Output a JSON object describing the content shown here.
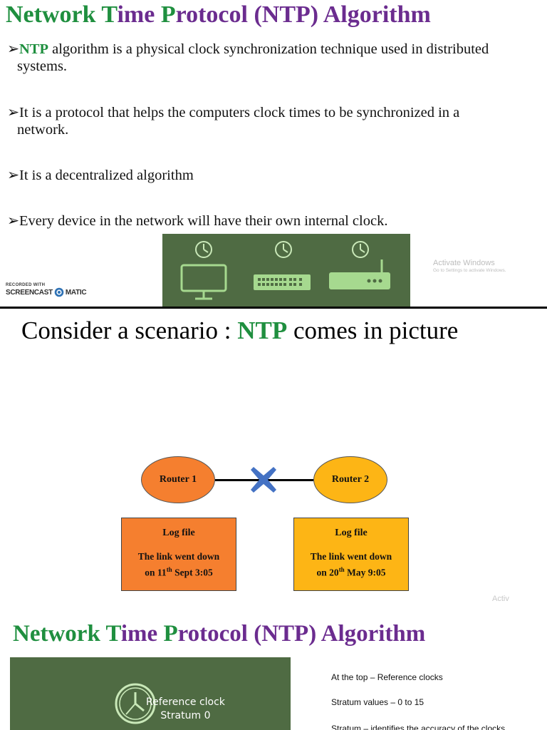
{
  "slide1": {
    "title": {
      "part1": "Network ",
      "part2": "T",
      "part3": "ime ",
      "part4": "P",
      "part5": "rotocol (NTP) Algorithm"
    },
    "bullets": [
      {
        "arrow": "➢",
        "bold": "NTP",
        "text": " algorithm is a physical clock synchronization technique used in distributed",
        "continuation": "systems."
      },
      {
        "arrow": "➢",
        "text": "It is a protocol that helps the computers clock times to be synchronized in a",
        "continuation": "network."
      },
      {
        "arrow": "➢",
        "text": "It is a decentralized algorithm"
      },
      {
        "arrow": "➢",
        "text": "Every device in the network will have their own internal clock."
      }
    ],
    "devices": [
      "clock-monitor",
      "clock-switch",
      "clock-router"
    ],
    "watermark": {
      "line1": "Activate Windows",
      "line2": "Go to Settings to activate Windows."
    },
    "recorder": {
      "recorded_with": "RECORDED WITH",
      "brand_left": "SCREENCAST",
      "brand_right": "MATIC"
    }
  },
  "slide2": {
    "title_prefix": "Consider a scenario : ",
    "title_ntp": "NTP",
    "title_suffix": " comes in picture",
    "router1": "Router 1",
    "router2": "Router 2",
    "log1": {
      "title": "Log file",
      "line1": "The link went down",
      "line2_pre": "on 11",
      "line2_sup": "th",
      "line2_post": " Sept 3:05"
    },
    "log2": {
      "title": "Log file",
      "line1": "The link went down",
      "line2_pre": "on 20",
      "line2_sup": "th",
      "line2_post": " May 9:05"
    },
    "watermark": "Activ",
    "colors": {
      "router1": "#f57f2f",
      "router2": "#fdb515",
      "cross": "#4472c4"
    }
  },
  "slide3": {
    "title": {
      "part1": "Network ",
      "part2": "T",
      "part3": "ime ",
      "part4": "P",
      "part5": "rotocol (NTP) Algorithm"
    },
    "ref_label": "Reference clock",
    "ref_stratum": "Stratum 0",
    "notes": [
      "At the top – Reference clocks",
      "Stratum values – 0 to 15",
      "Stratum – identifies the accuracy of the clocks"
    ]
  },
  "colors": {
    "green": "#1f8f3f",
    "purple": "#6b2c8f",
    "panel": "#4f6b43",
    "device": "#a6d98f"
  }
}
